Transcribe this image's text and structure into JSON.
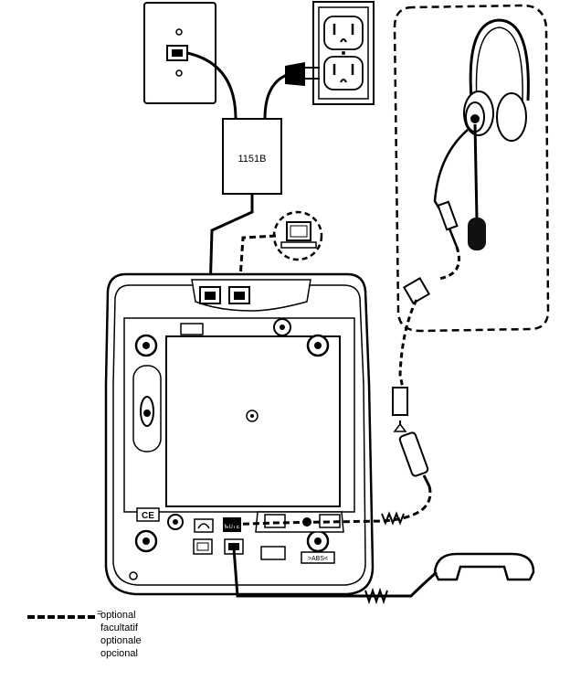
{
  "diagram": {
    "adapter_label": "1151B",
    "mute_label": "MUTE",
    "abs_label": ">ABS<",
    "ce_mark": "CE"
  },
  "legend": {
    "equals": "=",
    "lines": [
      "optional",
      "facultatif",
      "optionale",
      "opcional"
    ]
  },
  "colors": {
    "line": "#000000",
    "fill": "#ffffff",
    "mic": "#111111"
  }
}
